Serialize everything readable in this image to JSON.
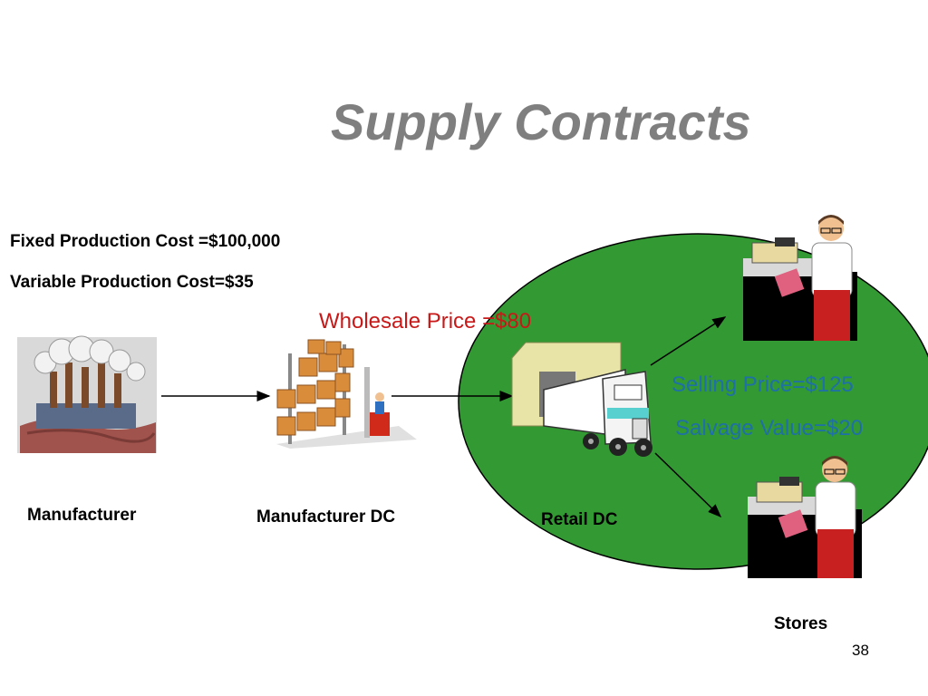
{
  "slide": {
    "title": "Supply Contracts",
    "slide_number": "38"
  },
  "costs": {
    "fixed_production": "Fixed Production Cost =$100,000",
    "variable_production": "Variable Production Cost=$35"
  },
  "prices": {
    "wholesale": "Wholesale Price =$80",
    "selling": "Selling Price=$125",
    "salvage": "Salvage Value=$20"
  },
  "nodes": {
    "manufacturer": "Manufacturer",
    "manufacturer_dc": "Manufacturer DC",
    "retail_dc": "Retail DC",
    "stores": "Stores"
  },
  "colors": {
    "retail_region": "#339933",
    "title": "#7f7f7f",
    "wholesale_text": "#c81818",
    "price_text": "#1f6fa8"
  }
}
